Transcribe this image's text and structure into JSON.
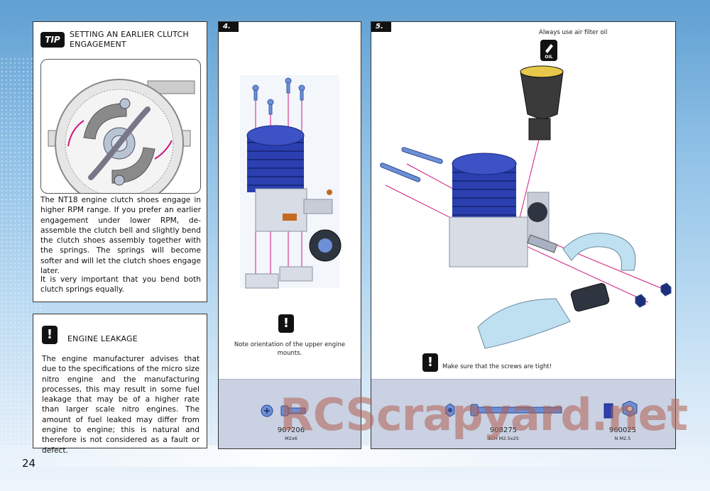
{
  "page": {
    "number": "24",
    "watermark": "RCScrapyard.net"
  },
  "tip": {
    "badge": "TIP",
    "title": "Setting an earlier clutch engagement",
    "paragraph1": "The NT18 engine clutch shoes engage in higher RPM range. If you prefer an earlier engagement under lower RPM, de-assemble the clutch bell and slightly bend the clutch shoes assembly together with the springs. The springs will become softer and will let the clutch shoes engage later.",
    "paragraph2": "It is very important that you bend both clutch springs equally."
  },
  "leakage": {
    "badge": "!",
    "title": "Engine leakage",
    "text": "The engine manufacturer advises that due to the specifications of the micro size nitro engine and the manufacturing processes, this may result in some fuel leakage that may be of a higher rate than larger scale nitro engines. The amount of fuel leaked may differ from engine to engine; this is natural and therefore is not considered as a fault or defect."
  },
  "step4": {
    "tag": "4.",
    "warning_badge": "!",
    "note": "Note orientation of the upper engine mounts.",
    "parts": [
      {
        "code": "907206",
        "desc": "M2x6"
      }
    ]
  },
  "step5": {
    "tag": "5.",
    "filter_note": "Always use air filter oil",
    "oil_badge": "OIL",
    "warning_badge": "!",
    "note": "Make sure that the screws are tight!",
    "parts": [
      {
        "code": "908275",
        "desc": "SCH M2.5x25"
      },
      {
        "code": "960025",
        "desc": "N M2.5"
      }
    ]
  },
  "colors": {
    "engine_blue": "#2b3fb0",
    "arrow_magenta": "#d0187e",
    "screw_blue": "#6d8fd6",
    "parts_strip": "#c9d1e3"
  }
}
